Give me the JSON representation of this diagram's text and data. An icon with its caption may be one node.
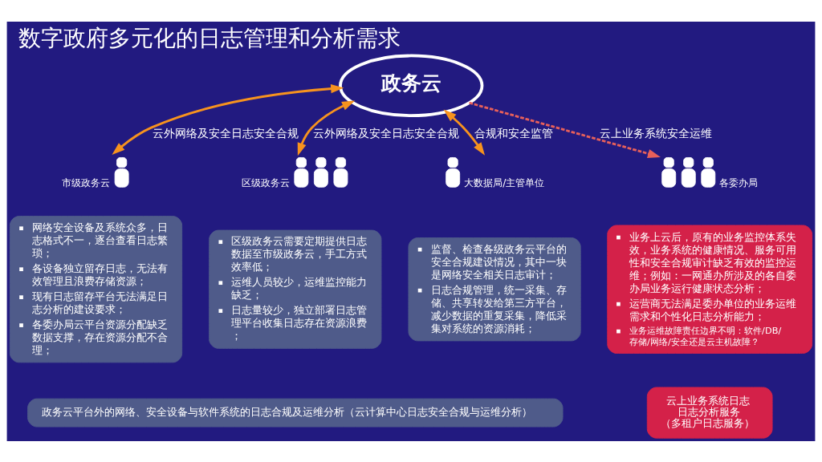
{
  "diagram": {
    "title": "数字政府多元化的日志管理和分析需求",
    "nodes": [
      {
        "text": [
          "政务云"
        ]
      },
      {
        "text": [],
        "shape": "person",
        "beside": [
          "市级政务云"
        ]
      },
      {
        "text": [],
        "shape": "person",
        "beside": [
          "区级政务云"
        ]
      },
      {
        "text": [],
        "shape": "person",
        "beside": [
          "大数据局/主管单位"
        ]
      },
      {
        "text": [],
        "shape": "person",
        "beside": [
          "各委办局"
        ]
      },
      {
        "text": [
          "网络安全设备及系统众多，日志格式不一，逐台查看日志繁琐；",
          "各设备独立留存日志，无法有效管理且浪费存储资源；",
          "现有日志留存平台无法满足日志分析的建设要求；",
          "各委办局云平台资源分配缺乏数据支撑，存在资源分配不合理；"
        ]
      },
      {
        "text": [
          "区级政务云需要定期提供日志数据至市级政务云，手工方式效率低；",
          "运维人员较少，运维监控能力缺乏；",
          "日志量较少，独立部署日志管理平台收集日志存在资源浪费；"
        ]
      },
      {
        "text": [
          "监督、检查各级政务云平台的安全合规建设情况，其中一块是网络安全相关日志审计；",
          "日志合规管理，统一采集、存储、共享转发给第三方平台，减少数据的重复采集，降低采集对系统的资源消耗；"
        ]
      },
      {
        "text": [
          "业务上云后，原有的业务监控体系失效，业务系统的健康情况、服务可用性和安全合规审计缺乏有效的监控运维；例如：一网通办所涉及的各自委办局业务运行健康状态分析；",
          "运营商无法满足委办单位的业务运维需求和个性化日志分析能力；",
          "业务运维故障责任边界不明：软件/DB/存储/网络/安全还是云主机故障？"
        ]
      },
      {
        "text": [
          "政务云平台外的网络、安全设备与软件系统的日志合规及运维分析（云计算中心日志安全合规与运维分析）"
        ]
      },
      {
        "text": [
          "云上业务系统日志",
          "日志分析服务",
          "（多租户日志服务）"
        ]
      }
    ],
    "edges": [
      {
        "from": 0,
        "to": 1,
        "arrow": "both",
        "label": "云外网络及安全日志安全合规"
      },
      {
        "from": 0,
        "to": 2,
        "arrow": "both",
        "label": "云外网络及安全日志安全合规"
      },
      {
        "from": 0,
        "to": 3,
        "arrow": "both",
        "label": "合规和安全监管"
      },
      {
        "from": 0,
        "to": 4,
        "arrow": "to",
        "label": "云上业务系统安全运维",
        "style": "dashed",
        "color": "#e8605a"
      }
    ]
  }
}
